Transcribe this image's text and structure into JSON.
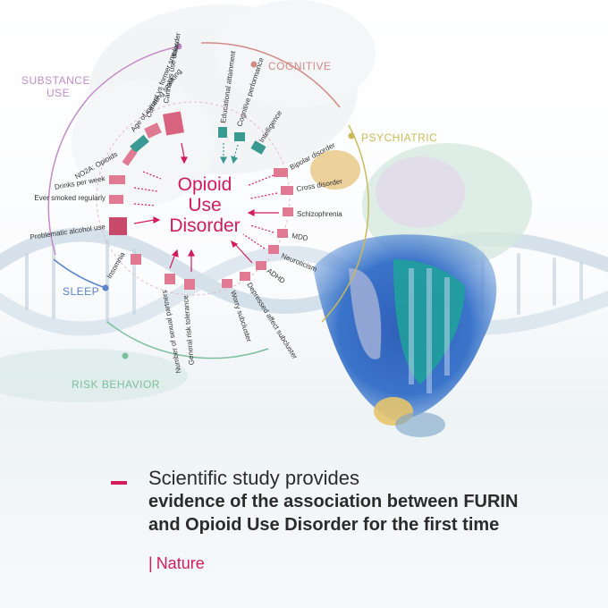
{
  "center": {
    "line1": "Opioid",
    "line2": "Use",
    "line3": "Disorder"
  },
  "categories": {
    "substance_use": "SUBSTANCE\nUSE",
    "cognitive": "COGNITIVE",
    "psychiatric": "PSYCHIATRIC",
    "sleep": "SLEEP",
    "risk_behavior": "RISK BEHAVIOR"
  },
  "traits": {
    "cannabis": "Cannabis use disorder",
    "current_smoker": "Current vs former smoker",
    "age_smoking": "Age of initiating smoking",
    "no2a": "NO2A: Opioids",
    "drinks": "Drinks per week",
    "ever_smoked": "Ever smoked regularly",
    "alcohol": "Problematic alcohol use",
    "education": "Educational attainment",
    "cog_perf": "Cognitive performance",
    "intelligence": "Intelligence",
    "bipolar": "Bipolar disorder",
    "cross": "Cross disorder",
    "schizo": "Schizophrenia",
    "mdd": "MDD",
    "neuroticism": "Neuroticism",
    "adhd": "ADHD",
    "depressed": "Depressed affect subcluster",
    "worry": "Worry subcluster",
    "insomnia": "Insomnia",
    "partners": "Number of sexual partners",
    "risk_tol": "General risk tolerance"
  },
  "headline": {
    "line1": "Scientific study provides",
    "line2": "evidence of the association between FURIN",
    "line3": "and Opioid Use Disorder for the first time"
  },
  "source": "Nature",
  "colors": {
    "accent": "#d21d5a",
    "pink_bar": "#e07a92",
    "teal": "#3a9a93",
    "substance": "#c38cc9",
    "cognitive": "#d28a86",
    "psychiatric": "#c9bb5a",
    "sleep": "#5a83c8",
    "risk": "#7bbf9b"
  }
}
